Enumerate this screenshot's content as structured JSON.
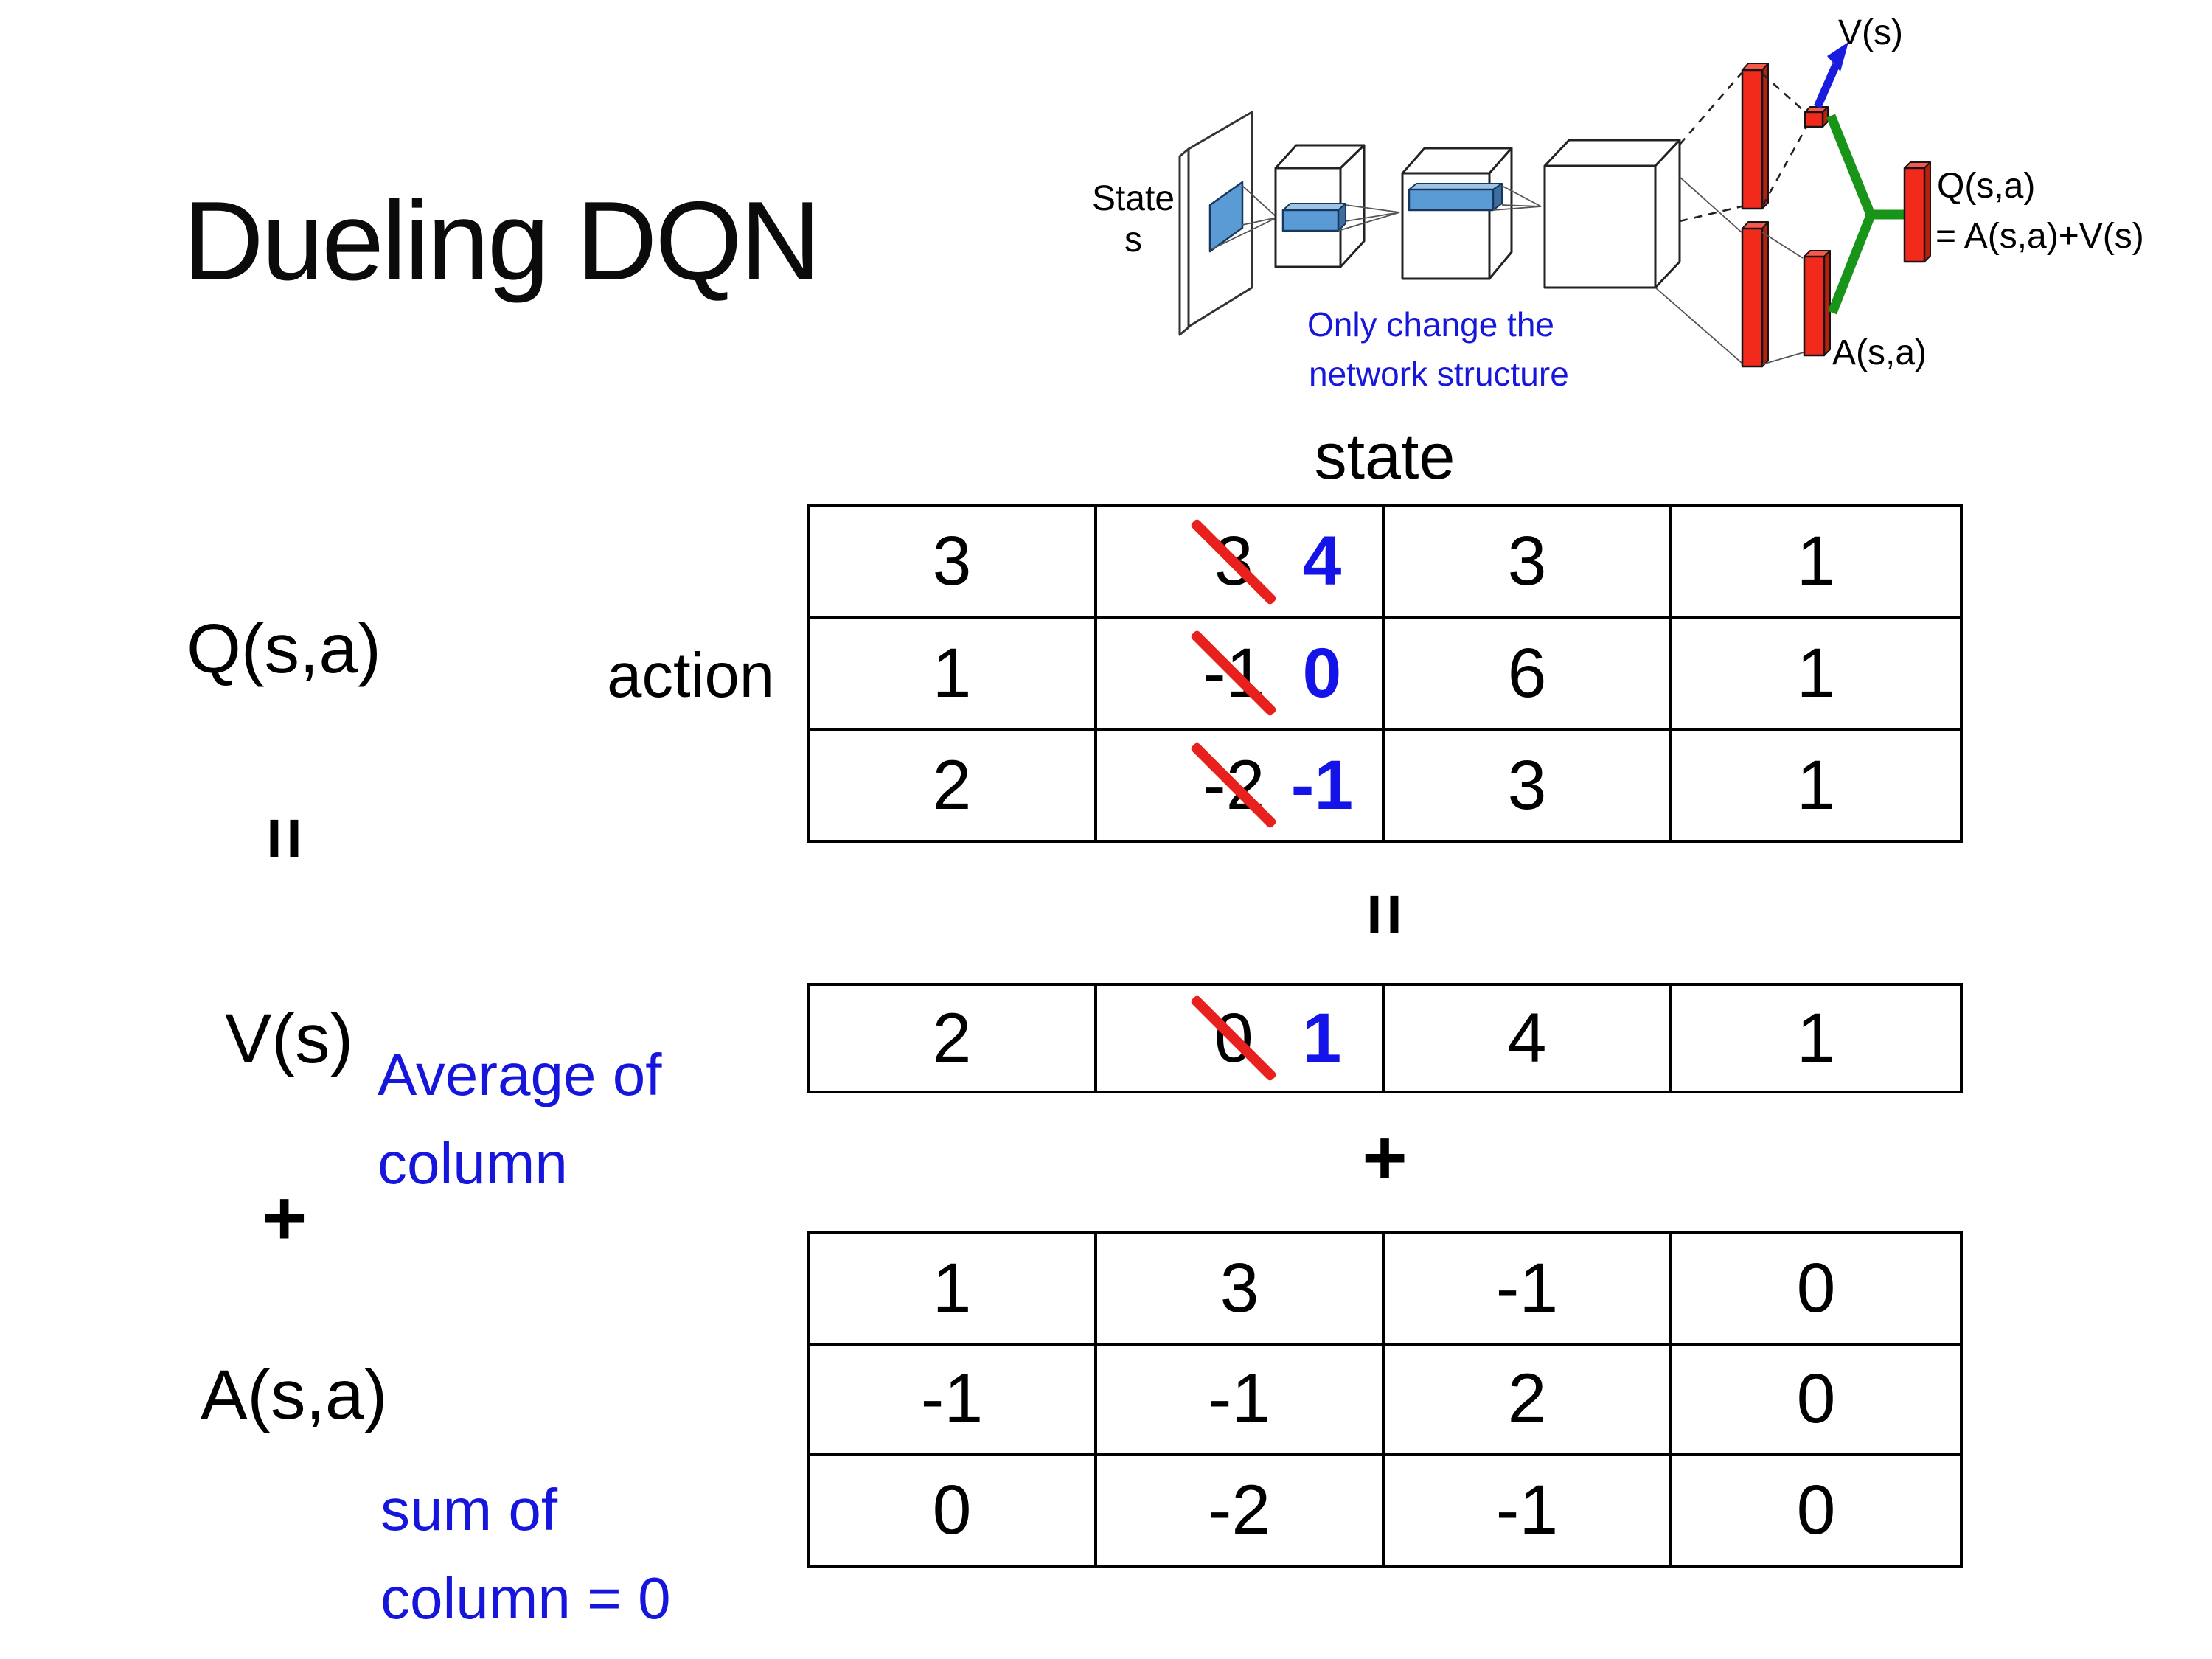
{
  "slide": {
    "title": "Dueling DQN"
  },
  "diagram": {
    "state_label_line1": "State",
    "state_label_line2": "s",
    "note_line1": "Only change the",
    "note_line2": "network structure",
    "v_output_label": "V(s)",
    "q_output_label_line1": "Q(s,a)",
    "q_output_label_line2": "= A(s,a)+V(s)",
    "a_output_label": "A(s,a)",
    "colors": {
      "conv_filter_blue": "#5B9BD5",
      "fc_bar_red": "#F12A1C",
      "combine_green": "#189418",
      "arrow_blue": "#1B1BE0",
      "note_blue": "#1717DC"
    }
  },
  "equation": {
    "q_label": "Q(s,a)",
    "equals_left": "=",
    "v_label": "V(s)",
    "plus_left": "+",
    "a_label": "A(s,a)",
    "equals_center": "=",
    "plus_center": "+",
    "avg_note_line1": "Average of",
    "avg_note_line2": "column",
    "sum_note_line1": "sum of",
    "sum_note_line2": "column = 0",
    "state_axis_label": "state",
    "action_axis_label": "action"
  },
  "tables": {
    "q": {
      "name": "Q(s,a) table",
      "rows": [
        [
          {
            "v": "3"
          },
          {
            "old": "3",
            "new": "4"
          },
          {
            "v": "3"
          },
          {
            "v": "1"
          }
        ],
        [
          {
            "v": "1"
          },
          {
            "old": "-1",
            "new": "0"
          },
          {
            "v": "6"
          },
          {
            "v": "1"
          }
        ],
        [
          {
            "v": "2"
          },
          {
            "old": "-2",
            "new": "-1"
          },
          {
            "v": "3"
          },
          {
            "v": "1"
          }
        ]
      ]
    },
    "v": {
      "name": "V(s) table",
      "rows": [
        [
          {
            "v": "2"
          },
          {
            "old": "0",
            "new": "1"
          },
          {
            "v": "4"
          },
          {
            "v": "1"
          }
        ]
      ]
    },
    "a": {
      "name": "A(s,a) table",
      "rows": [
        [
          {
            "v": "1"
          },
          {
            "v": "3"
          },
          {
            "v": "-1"
          },
          {
            "v": "0"
          }
        ],
        [
          {
            "v": "-1"
          },
          {
            "v": "-1"
          },
          {
            "v": "2"
          },
          {
            "v": "0"
          }
        ],
        [
          {
            "v": "0"
          },
          {
            "v": "-2"
          },
          {
            "v": "-1"
          },
          {
            "v": "0"
          }
        ]
      ]
    },
    "strike_color": "#E8201E",
    "new_value_color": "#1414E8"
  }
}
